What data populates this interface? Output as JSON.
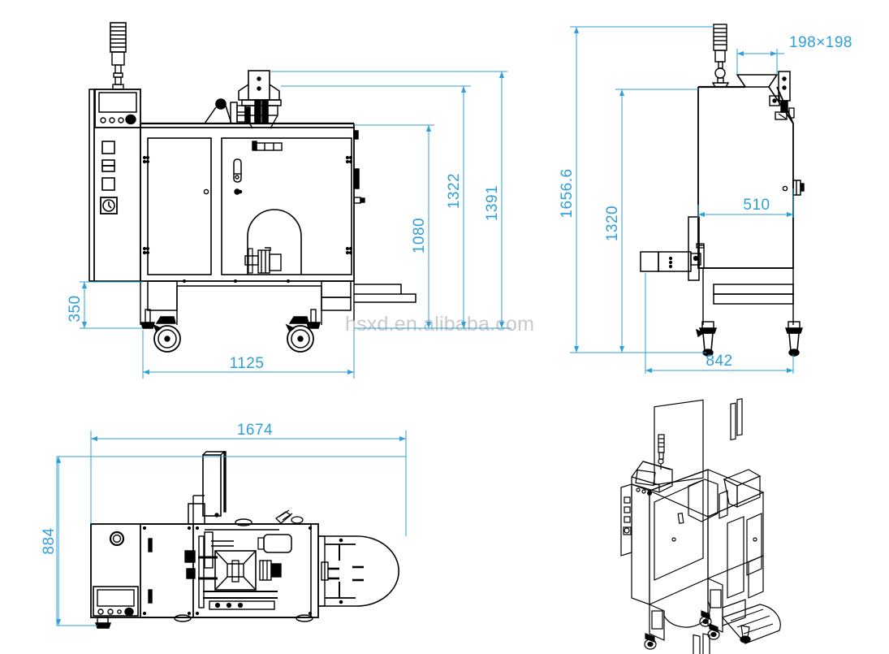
{
  "drawing": {
    "title": "Packaging machine dimensional drawing",
    "units": "mm",
    "line_color": "#000000",
    "dimension_color": "#2e9fd8",
    "background": "#ffffff",
    "watermark_color": "#c9c9c9"
  },
  "watermark": {
    "text": "hsxd.en.alibaba.com"
  },
  "views": [
    {
      "id": "front-elevation",
      "name": "Front elevation view",
      "position": "top-left"
    },
    {
      "id": "side-elevation",
      "name": "Side elevation view",
      "position": "top-right"
    },
    {
      "id": "top-plan",
      "name": "Top plan view",
      "position": "bottom-left"
    },
    {
      "id": "isometric",
      "name": "Isometric 3D view",
      "position": "bottom-right"
    }
  ],
  "dimensions": {
    "front": {
      "height_overall": "1391",
      "height_upper": "1322",
      "height_frame": "1080",
      "height_base": "350",
      "width_base": "1125"
    },
    "side": {
      "height_overall": "1656.6",
      "height_body": "1320",
      "hopper_opening": "198×198",
      "width_body": "510",
      "width_base": "842"
    },
    "plan": {
      "length_overall": "1674",
      "width_overall": "884"
    }
  }
}
